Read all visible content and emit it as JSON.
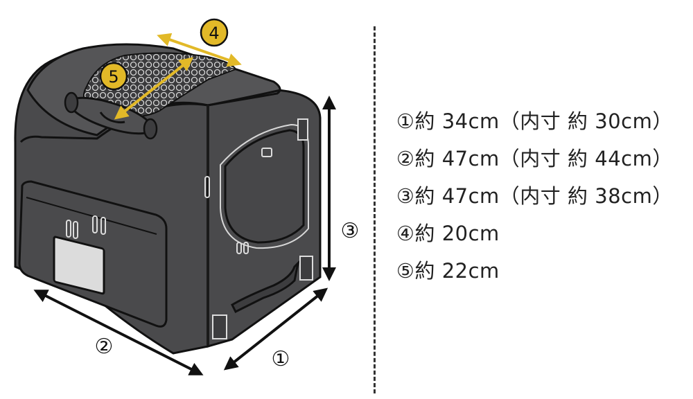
{
  "colors": {
    "bag_body": "#4a4a4c",
    "bag_outline": "#111111",
    "mesh_bg": "#3a3a3c",
    "mesh_dot": "#d8d8d8",
    "accent": "#e2b928",
    "text": "#222222"
  },
  "markers": {
    "m1": "①",
    "m2": "②",
    "m3": "③",
    "m4": "4",
    "m5": "5"
  },
  "specs": [
    {
      "label": "①約 34cm（内寸  約 30cm）"
    },
    {
      "label": "②約 47cm（内寸  約 44cm）"
    },
    {
      "label": "③約 47cm（内寸  約 38cm）"
    },
    {
      "label": "④約 20cm"
    },
    {
      "label": "⑤約 22cm"
    }
  ]
}
